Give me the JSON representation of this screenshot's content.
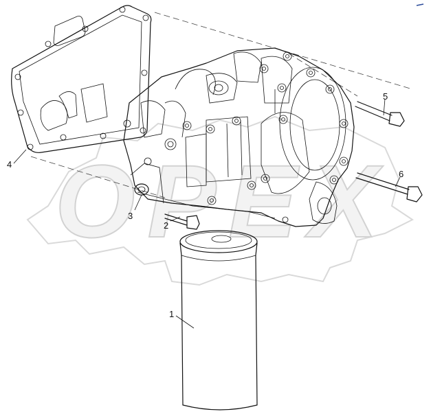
{
  "watermark": {
    "text": "OPEX"
  },
  "callouts": [
    {
      "id": "1",
      "label": "1"
    },
    {
      "id": "2",
      "label": "2"
    },
    {
      "id": "3",
      "label": "3"
    },
    {
      "id": "4",
      "label": "4"
    },
    {
      "id": "5",
      "label": "5"
    },
    {
      "id": "6",
      "label": "6"
    }
  ],
  "colors": {
    "line": "#111111",
    "watermark": "#d9d9d9",
    "background": "#ffffff"
  }
}
